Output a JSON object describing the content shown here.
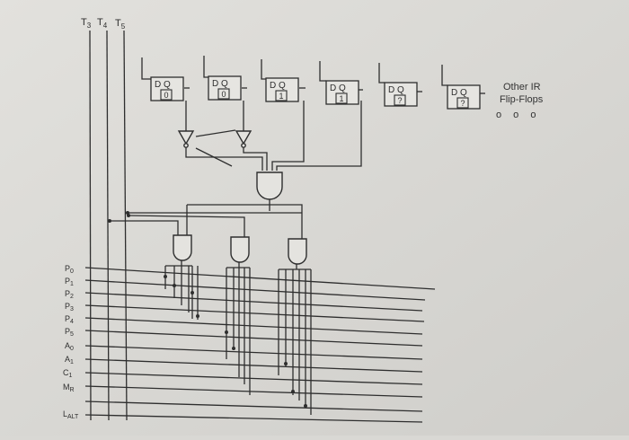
{
  "timing_labels": [
    "T3",
    "T4",
    "T5"
  ],
  "flipflops": [
    {
      "label": "D Q",
      "value": "0"
    },
    {
      "label": "D Q",
      "value": "0"
    },
    {
      "label": "D Q",
      "value": "1"
    },
    {
      "label": "D Q",
      "value": "1"
    },
    {
      "label": "D Q",
      "value": "?"
    },
    {
      "label": "D Q",
      "value": "?"
    }
  ],
  "other_ir": {
    "line1": "Other IR",
    "line2": "Flip-Flops",
    "dots": "o  o  o"
  },
  "control_signals": [
    "P0",
    "P1",
    "P2",
    "P3",
    "P4",
    "P5",
    "A0",
    "A1",
    "C1",
    "MR",
    "LALT"
  ],
  "colors": {
    "background": "#d9d8d4",
    "ink": "#2e2e2e",
    "box_fill": "#e6e5e1"
  }
}
